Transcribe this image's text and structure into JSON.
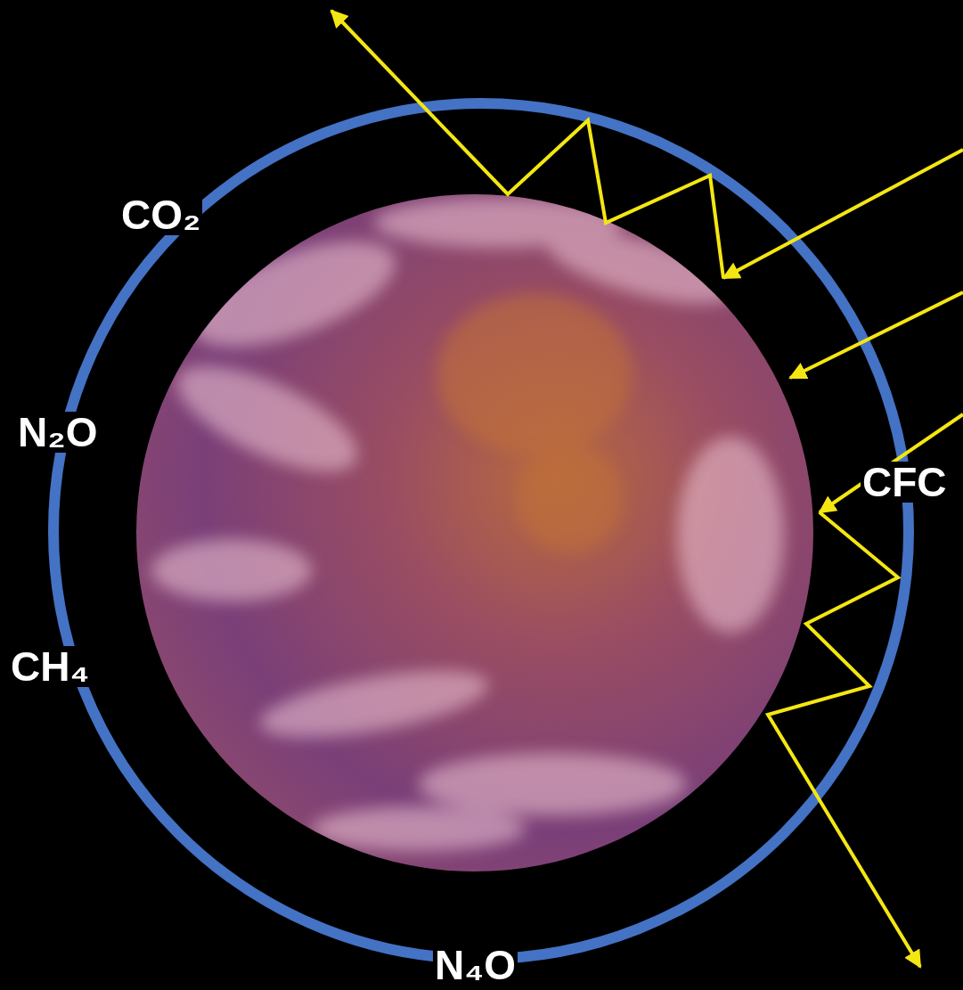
{
  "diagram": {
    "labels": [
      "CO₂",
      "N₂O",
      "CH₄",
      "CFC",
      "N₄O"
    ]
  }
}
